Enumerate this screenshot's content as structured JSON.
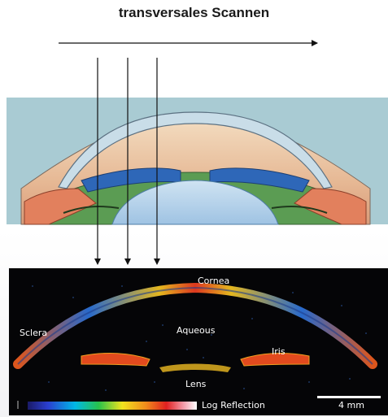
{
  "title": "transversales Scannen",
  "oct_labels": {
    "cornea": "Cornea",
    "aqueous": "Aqueous",
    "sclera": "Sclera",
    "iris": "Iris",
    "lens": "Lens",
    "color_scale": "Log Reflection",
    "scale_bar": "4 mm"
  },
  "colors": {
    "illustration_background": "#a9cbd3",
    "oct_background": "#050507",
    "cornea_tissue": "#e8c39c",
    "iris": "#2e67b8",
    "lens": "#b7d4ea",
    "ciliary_body": "#5b9c53",
    "sclera": "#e2805d"
  }
}
